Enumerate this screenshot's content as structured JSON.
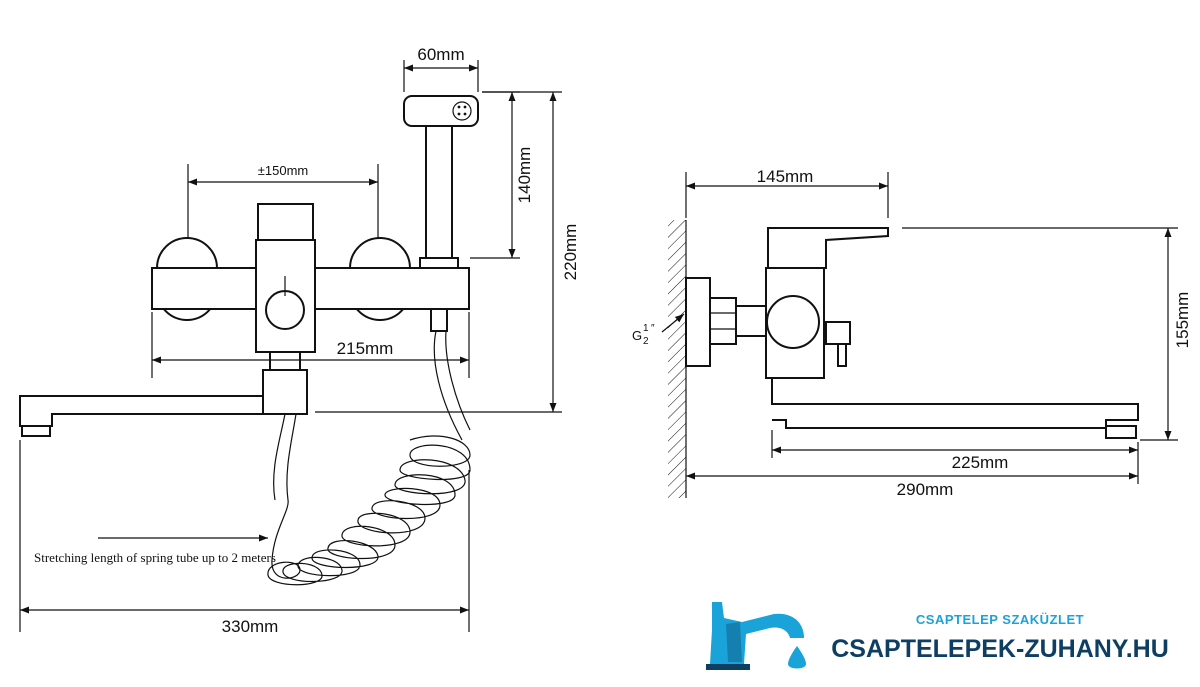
{
  "front_view": {
    "dim_spray_width": "60mm",
    "dim_spacing": "±150mm",
    "dim_spray_height": "140mm",
    "dim_total_height": "220mm",
    "dim_body_width": "215mm",
    "dim_total_width": "330mm",
    "note_spring_tube": "Stretching length of spring tube up to 2 meters"
  },
  "side_view": {
    "dim_depth": "145mm",
    "dim_height": "155mm",
    "dim_spout": "225mm",
    "dim_total": "290mm",
    "thread_label": "G",
    "thread_fraction_num": "1",
    "thread_fraction_den": "2",
    "thread_unit": "″"
  },
  "brand": {
    "tagline": "CSAPTELEP SZAKÜZLET",
    "name": "CSAPTELEPEK-ZUHANY.HU",
    "colors": {
      "accent": "#1aa3d9",
      "dark": "#0f3e63"
    }
  }
}
